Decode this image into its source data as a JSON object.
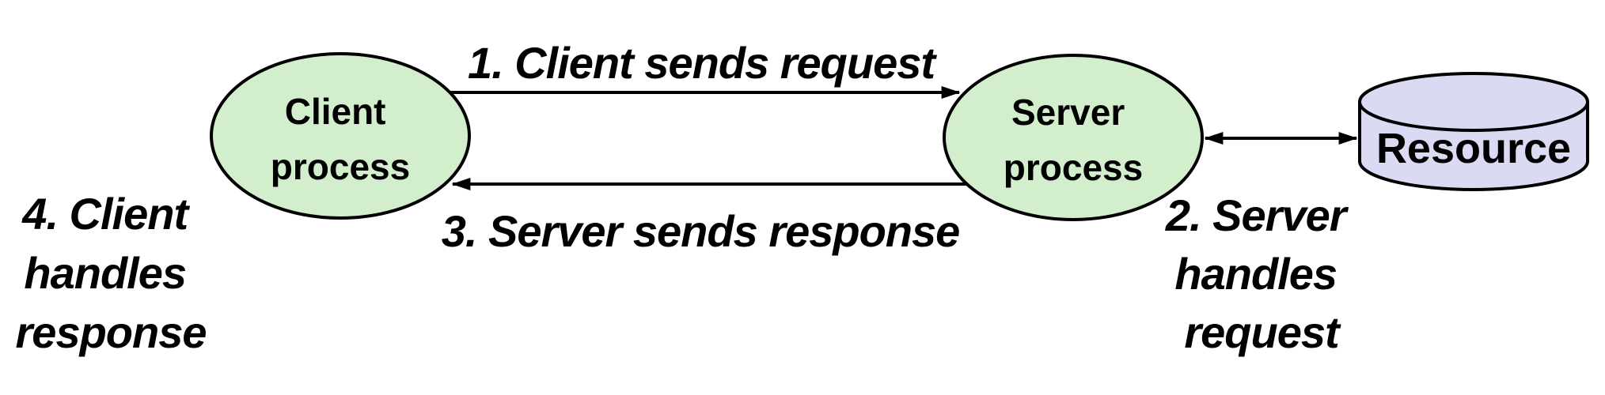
{
  "colors": {
    "background": "#ffffff",
    "process_fill": "#d3eecd",
    "resource_fill": "#dadaf2",
    "stroke": "#000000",
    "text": "#000000"
  },
  "nodes": {
    "client": {
      "lines": [
        "Client",
        "process"
      ]
    },
    "server": {
      "lines": [
        "Server",
        "process"
      ]
    },
    "resource": {
      "label": "Resource"
    }
  },
  "steps": {
    "client_sends_request": "1. Client sends request",
    "server_handles_request": [
      "2. Server",
      "handles",
      "request"
    ],
    "server_sends_response": "3. Server sends response",
    "client_handles_response": [
      "4. Client",
      "handles",
      "response"
    ]
  }
}
